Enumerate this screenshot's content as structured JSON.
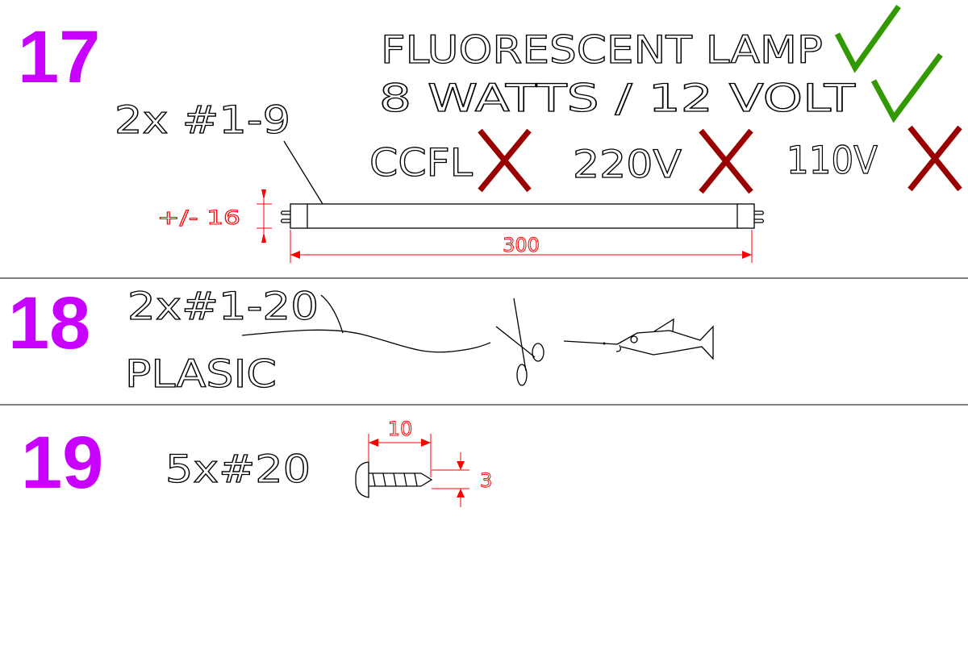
{
  "items": [
    {
      "number": "17",
      "quantity_label": "2x #1-9",
      "title_line1": "FLUORESCENT LAMP",
      "title_line2": "8 WATTS / 12 VOLT",
      "rejected_options": [
        "CCFL",
        "220V",
        "110V"
      ],
      "dimensions": {
        "diameter": "+/- 16",
        "length": "300"
      }
    },
    {
      "number": "18",
      "quantity_label": "2x#1-20",
      "material": "PLASIC"
    },
    {
      "number": "19",
      "quantity_label": "5x#20",
      "dimensions": {
        "length": "10",
        "diameter": "3"
      }
    }
  ],
  "colors": {
    "item_number": "#c800ff",
    "accepted_check": "#339900",
    "rejected_x": "#990000",
    "dimension": "#ff0000"
  }
}
